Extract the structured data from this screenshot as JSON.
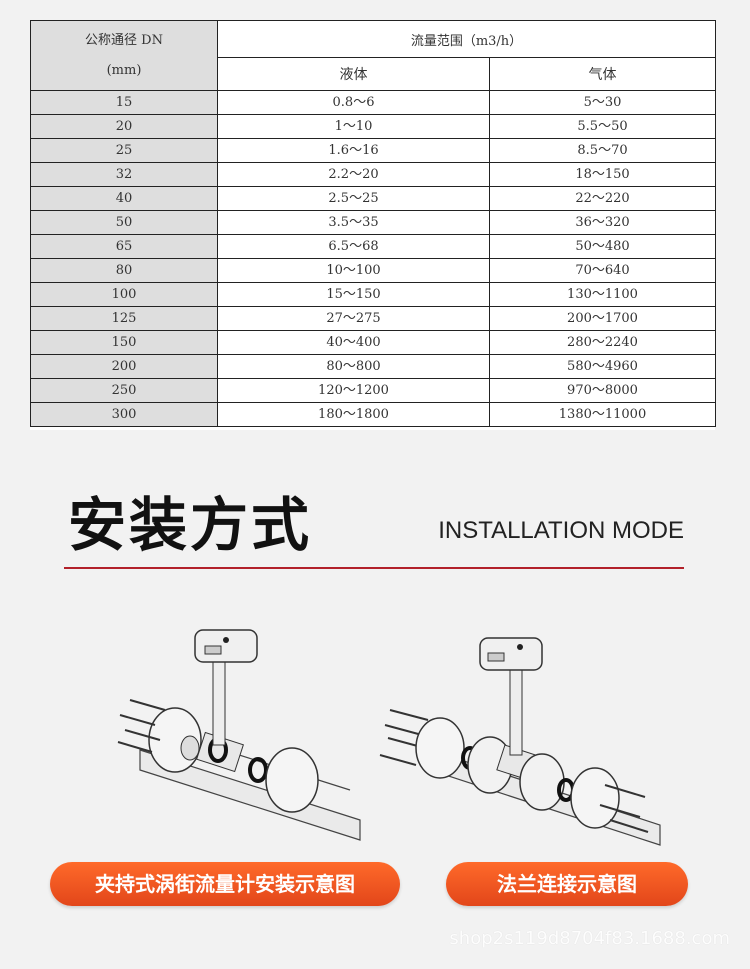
{
  "table": {
    "header": {
      "dn_label": "公称通径 DN",
      "dn_unit": "(mm)",
      "range_label": "流量范围（m3/h）",
      "liquid_label": "液体",
      "gas_label": "气体"
    },
    "rows": [
      {
        "dn": "15",
        "liquid": "0.8～6",
        "gas": "5～30"
      },
      {
        "dn": "20",
        "liquid": "1～10",
        "gas": "5.5～50"
      },
      {
        "dn": "25",
        "liquid": "1.6～16",
        "gas": "8.5～70"
      },
      {
        "dn": "32",
        "liquid": "2.2～20",
        "gas": "18～150"
      },
      {
        "dn": "40",
        "liquid": "2.5～25",
        "gas": "22～220"
      },
      {
        "dn": "50",
        "liquid": "3.5～35",
        "gas": "36～320"
      },
      {
        "dn": "65",
        "liquid": "6.5～68",
        "gas": "50～480"
      },
      {
        "dn": "80",
        "liquid": "10～100",
        "gas": "70～640"
      },
      {
        "dn": "100",
        "liquid": "15～150",
        "gas": "130～1100"
      },
      {
        "dn": "125",
        "liquid": "27～275",
        "gas": "200～1700"
      },
      {
        "dn": "150",
        "liquid": "40～400",
        "gas": "280～2240"
      },
      {
        "dn": "200",
        "liquid": "80～800",
        "gas": "580～4960"
      },
      {
        "dn": "250",
        "liquid": "120～1200",
        "gas": "970～8000"
      },
      {
        "dn": "300",
        "liquid": "180～1800",
        "gas": "1380～11000"
      }
    ]
  },
  "section": {
    "title_zh": "安装方式",
    "title_en": "INSTALLATION MODE",
    "divider_color": "#b2212a"
  },
  "buttons": {
    "clamp_label": "夹持式涡街流量计安装示意图",
    "flange_label": "法兰连接示意图",
    "accent_color": "#f05a22"
  },
  "watermark": "shop2s119d8704f83.1688.com"
}
